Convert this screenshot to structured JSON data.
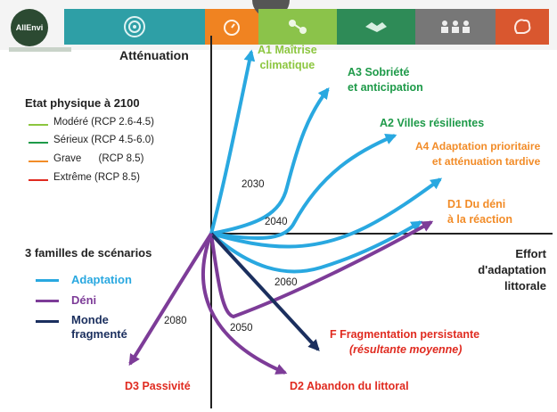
{
  "logo": {
    "text": "AllEnvi"
  },
  "colors": {
    "axis": "#222222",
    "adaptation": "#29a8e0",
    "deni": "#7d3c98",
    "monde": "#1b2f5e",
    "modere": "#8cc63f",
    "serieux": "#1e9a49",
    "grave": "#f28c28",
    "extreme": "#e02b20"
  },
  "header_icons": [
    {
      "name": "target-icon",
      "color": "#2e9fa6"
    },
    {
      "name": "stopwatch-icon",
      "color": "#f08321"
    },
    {
      "name": "molecule-icon",
      "color": "#8bc34a"
    },
    {
      "name": "handshake-icon",
      "color": "#2e8b57"
    },
    {
      "name": "people-icon",
      "color": "#777777"
    },
    {
      "name": "brain-icon",
      "color": "#d9572f"
    }
  ],
  "axes": {
    "y_label": "Atténuation",
    "x_label_lines": [
      "Effort",
      "d'adaptation",
      "littorale"
    ]
  },
  "legend_state": {
    "title": "Etat physique à 2100",
    "items": [
      {
        "label": "Modéré  (RCP 2.6-4.5)",
        "color": "#8cc63f"
      },
      {
        "label": "Sérieux  (RCP 4.5-6.0)",
        "color": "#1e9a49"
      },
      {
        "label": "Grave      (RCP 8.5)",
        "color": "#f28c28"
      },
      {
        "label": "Extrême (RCP 8.5)",
        "color": "#e02b20"
      }
    ]
  },
  "legend_families": {
    "title": "3 familles de scénarios",
    "items": [
      {
        "label": "Adaptation",
        "color": "#29a8e0"
      },
      {
        "label": "Déni",
        "color": "#7d3c98"
      },
      {
        "label_lines": [
          "Monde",
          "fragmenté"
        ],
        "color": "#1b2f5e"
      }
    ]
  },
  "scenarios": {
    "a1": {
      "lines": [
        "A1  Maîtrise",
        "climatique"
      ],
      "color": "#8cc63f"
    },
    "a3": {
      "lines": [
        "A3  Sobriété",
        "et anticipation"
      ],
      "color": "#1e9a49"
    },
    "a2": {
      "lines": [
        "A2  Villes résilientes"
      ],
      "color": "#1e9a49"
    },
    "a4": {
      "lines": [
        "A4  Adaptation prioritaire",
        "et atténuation tardive"
      ],
      "color": "#f28c28"
    },
    "d1": {
      "lines": [
        "D1  Du déni",
        "à la réaction"
      ],
      "color": "#f28c28"
    },
    "f": {
      "lines": [
        "F   Fragmentation persistante",
        "(résultante moyenne)"
      ],
      "color": "#e02b20"
    },
    "d3": {
      "lines": [
        "D3  Passivité"
      ],
      "color": "#e02b20"
    },
    "d2": {
      "lines": [
        "D2  Abandon du littoral"
      ],
      "color": "#e02b20"
    }
  },
  "years": [
    "2030",
    "2040",
    "2060",
    "2080",
    "2050"
  ]
}
